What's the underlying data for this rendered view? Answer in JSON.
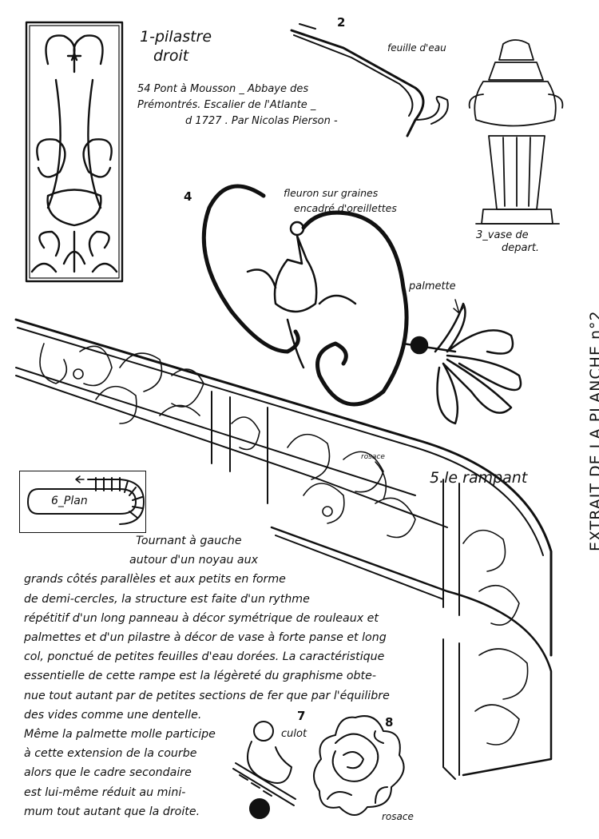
{
  "labels": {
    "pilastre": "1-pilastre",
    "pilastre_2": "droit",
    "source_1": "54 Pont à Mousson _ Abbaye des",
    "source_2": "Prémontrés. Escalier de l'Atlante _",
    "source_3": "d 1727 . Par Nicolas Pierson -",
    "num_2": "2",
    "feuille_eau": "feuille d'eau",
    "vase_1": "3_vase de",
    "vase_2": "depart.",
    "num_4": "4",
    "fleuron_1": "fleuron sur graines",
    "fleuron_2": "encadré d'oreillettes",
    "palmette": "palmette",
    "side_title": "EXTRAIT DE LA PLANCHE n°2",
    "rosace_small": "rosace",
    "rampant": "5.le rampant",
    "plan": "6_Plan",
    "num_7": "7",
    "culot": "culot",
    "num_8": "8",
    "rosace": "rosace"
  },
  "text_lines": [
    "Tournant à gauche",
    "autour d'un noyau aux",
    "grands côtés parallèles et aux petits en forme",
    "de demi-cercles, la structure est faite d'un rythme",
    "répétitif d'un long panneau à décor symétrique de rouleaux et",
    "palmettes et d'un pilastre à décor de vase à forte panse et long",
    "col, ponctué de petites feuilles d'eau dorées. La caractéristique",
    "essentielle de cette rampe est la légèreté du graphisme obte-",
    "nue tout autant par de petites sections de fer que par l'équilibre",
    "des vides comme une dentelle.",
    "Même la palmette molle participe",
    "à cette extension de la courbe",
    "alors que le cadre secondaire",
    "est lui-même réduit au mini-",
    "mum tout autant que la droite."
  ]
}
